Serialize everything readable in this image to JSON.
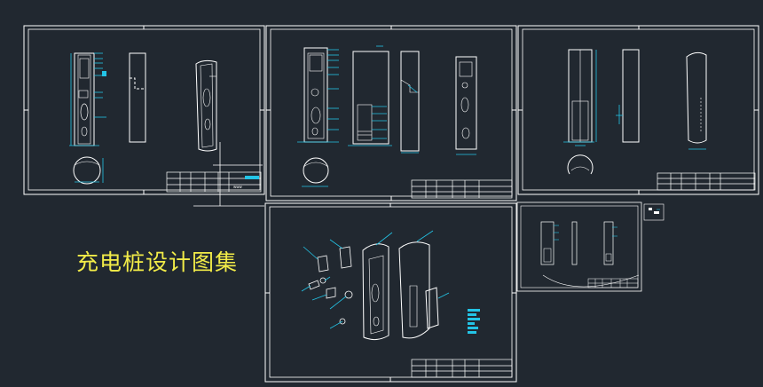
{
  "canvas": {
    "background": "#212830",
    "line_color": "#ffffff",
    "dimension_color": "#23c4e6",
    "caption_color": "#f2ec48"
  },
  "caption": "充电桩设计图集",
  "sheets": [
    {
      "name": "sheet-1",
      "title_block_text": "www"
    },
    {
      "name": "sheet-2",
      "title_block_text": ""
    },
    {
      "name": "sheet-3",
      "title_block_text": ""
    },
    {
      "name": "sheet-4",
      "title_block_text": ""
    },
    {
      "name": "sheet-5",
      "title_block_text": ""
    }
  ]
}
